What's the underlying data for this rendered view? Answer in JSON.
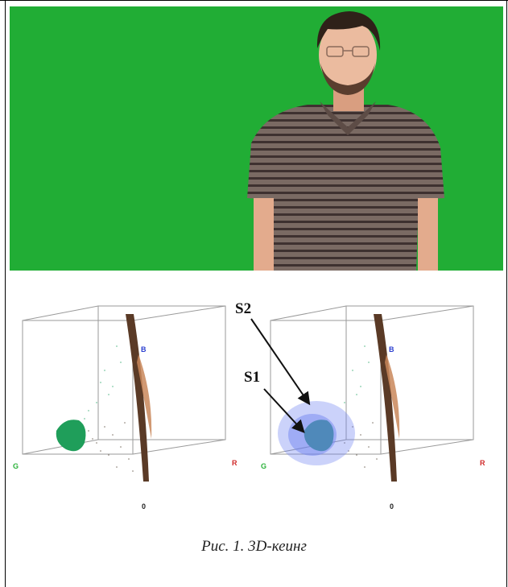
{
  "caption": "Рис. 1. 3D-кеинг",
  "annotations": {
    "s2": "S2",
    "s1": "S1"
  },
  "axes": {
    "b": "B",
    "g": "G",
    "r": "R",
    "origin": "0"
  },
  "colors": {
    "greenscreen": "#21ad35",
    "shirt": "#6b5a52",
    "stripe": "#3e3130",
    "skin": "#e9b79a",
    "hair": "#2f2119",
    "green_cluster": "#1f9e5a",
    "brown_cluster": "#5a3a26",
    "orange_cluster": "#c9875a",
    "sphere": "#6b7ff0"
  }
}
